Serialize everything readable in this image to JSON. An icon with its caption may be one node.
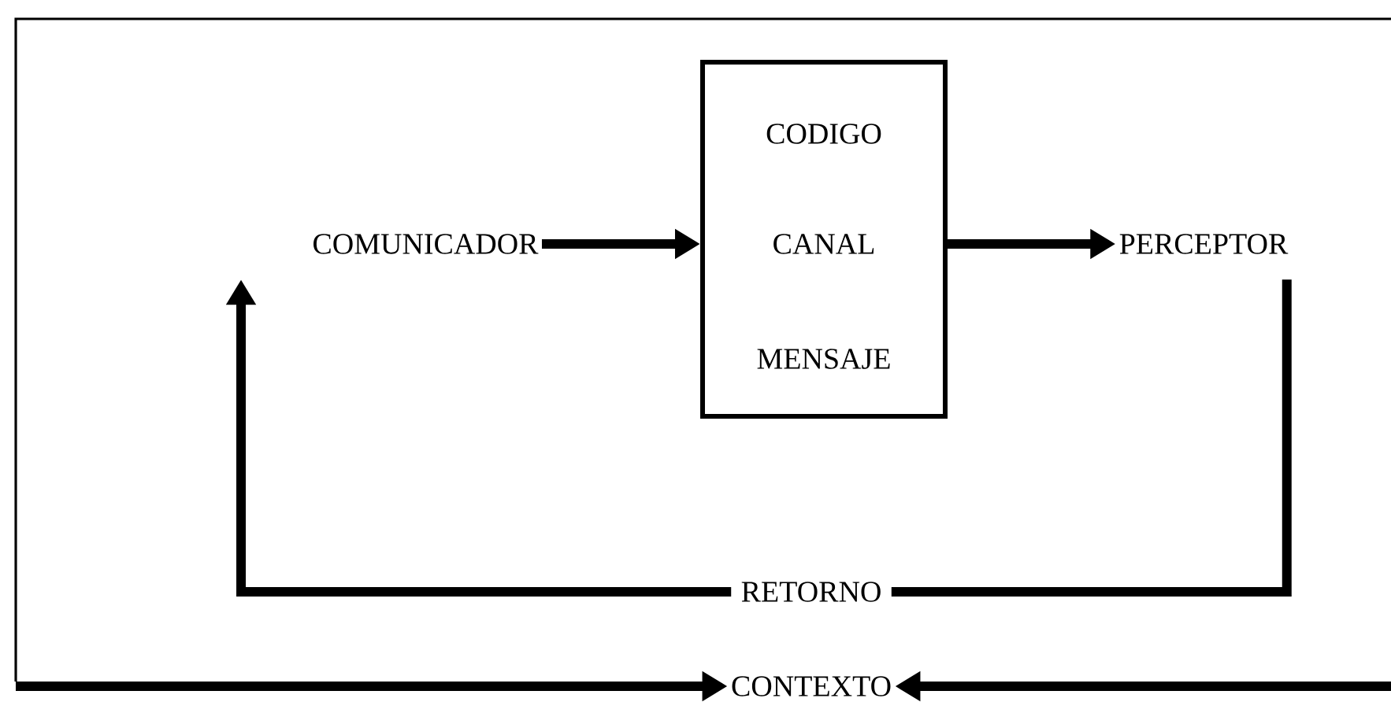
{
  "diagram": {
    "nodes": [
      {
        "text": [
          "COMUNICADOR"
        ]
      },
      {
        "text": [
          "CODIGO",
          "CANAL",
          "MENSAJE"
        ]
      },
      {
        "text": [
          "PERCEPTOR"
        ]
      },
      {
        "text": [
          "RETORNO"
        ]
      },
      {
        "text": [
          "CONTEXTO"
        ]
      }
    ],
    "edges": [
      {
        "from": 0,
        "to": 1,
        "arrow": "to"
      },
      {
        "from": 1,
        "to": 2,
        "arrow": "to"
      },
      {
        "from": 2,
        "to": 3,
        "arrow": "none"
      },
      {
        "from": 3,
        "to": 0,
        "arrow": "to"
      },
      {
        "from": null,
        "to": 4,
        "arrow": "to"
      },
      {
        "from": null,
        "to": 4,
        "arrow": "to"
      }
    ]
  }
}
